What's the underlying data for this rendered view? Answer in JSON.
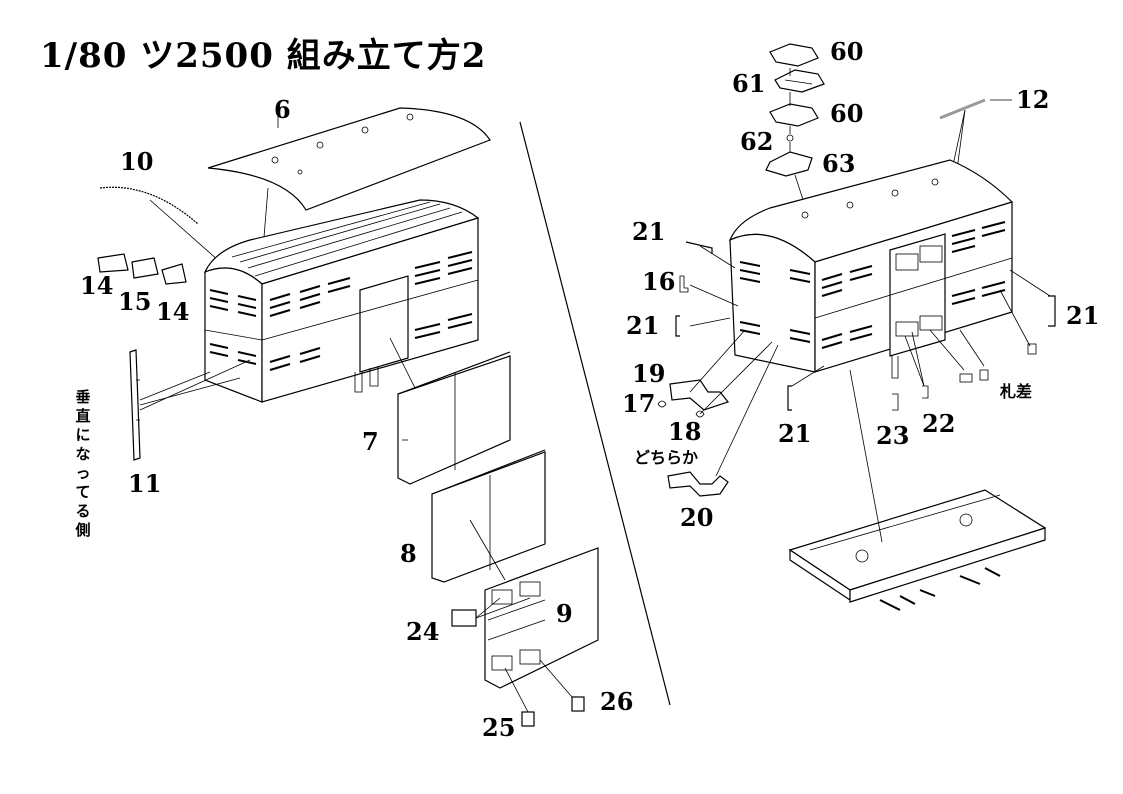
{
  "title": "1/80 ツ2500 組み立て方2",
  "left_labels": {
    "p6": "6",
    "p10": "10",
    "p14a": "14",
    "p15": "15",
    "p14b": "14",
    "p11": "11",
    "p7": "7",
    "p8": "8",
    "p24": "24",
    "p9": "9",
    "p25": "25",
    "p26": "26"
  },
  "vertical_note": "垂直になってる側",
  "right_labels": {
    "p60a": "60",
    "p61": "61",
    "p60b": "60",
    "p62": "62",
    "p63": "63",
    "p12": "12",
    "p21a": "21",
    "p16": "16",
    "p21b": "21",
    "p19": "19",
    "p17": "17",
    "p18": "18",
    "p21c": "21",
    "p23": "23",
    "p22": "22",
    "p21d": "21",
    "p20": "20"
  },
  "either_note": "どちらか",
  "fudasa_note": "札差"
}
